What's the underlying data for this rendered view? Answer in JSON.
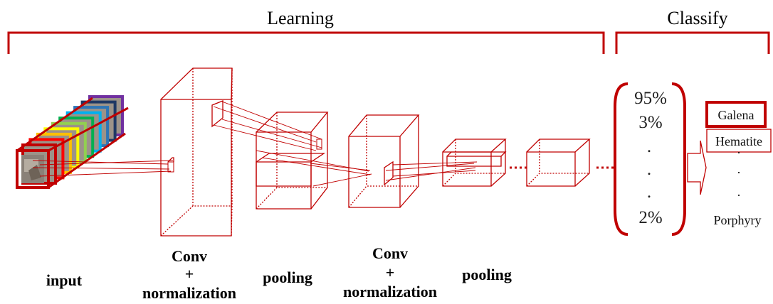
{
  "sections": {
    "learning": "Learning",
    "classify": "Classify"
  },
  "layers": {
    "input": "input",
    "conv1_top": "Conv",
    "conv1_plus": "+",
    "conv1_bottom": "normalization",
    "pool1": "pooling",
    "conv2_top": "Conv",
    "conv2_plus": "+",
    "conv2_bottom": "normalization",
    "pool2": "pooling"
  },
  "probabilities": [
    "95%",
    "3%",
    ".",
    ".",
    ".",
    "2%"
  ],
  "classes": {
    "top": "Galena",
    "second": "Hematite",
    "dots": [
      ".",
      ".",
      "."
    ],
    "last": "Porphyry"
  },
  "colors": {
    "accent": "#c00000",
    "input_stack": [
      "#7030a0",
      "#1f3864",
      "#2e75b6",
      "#00b0f0",
      "#00b050",
      "#92d050",
      "#ffff00",
      "#ffc000",
      "#ff0000",
      "#c00000"
    ]
  }
}
